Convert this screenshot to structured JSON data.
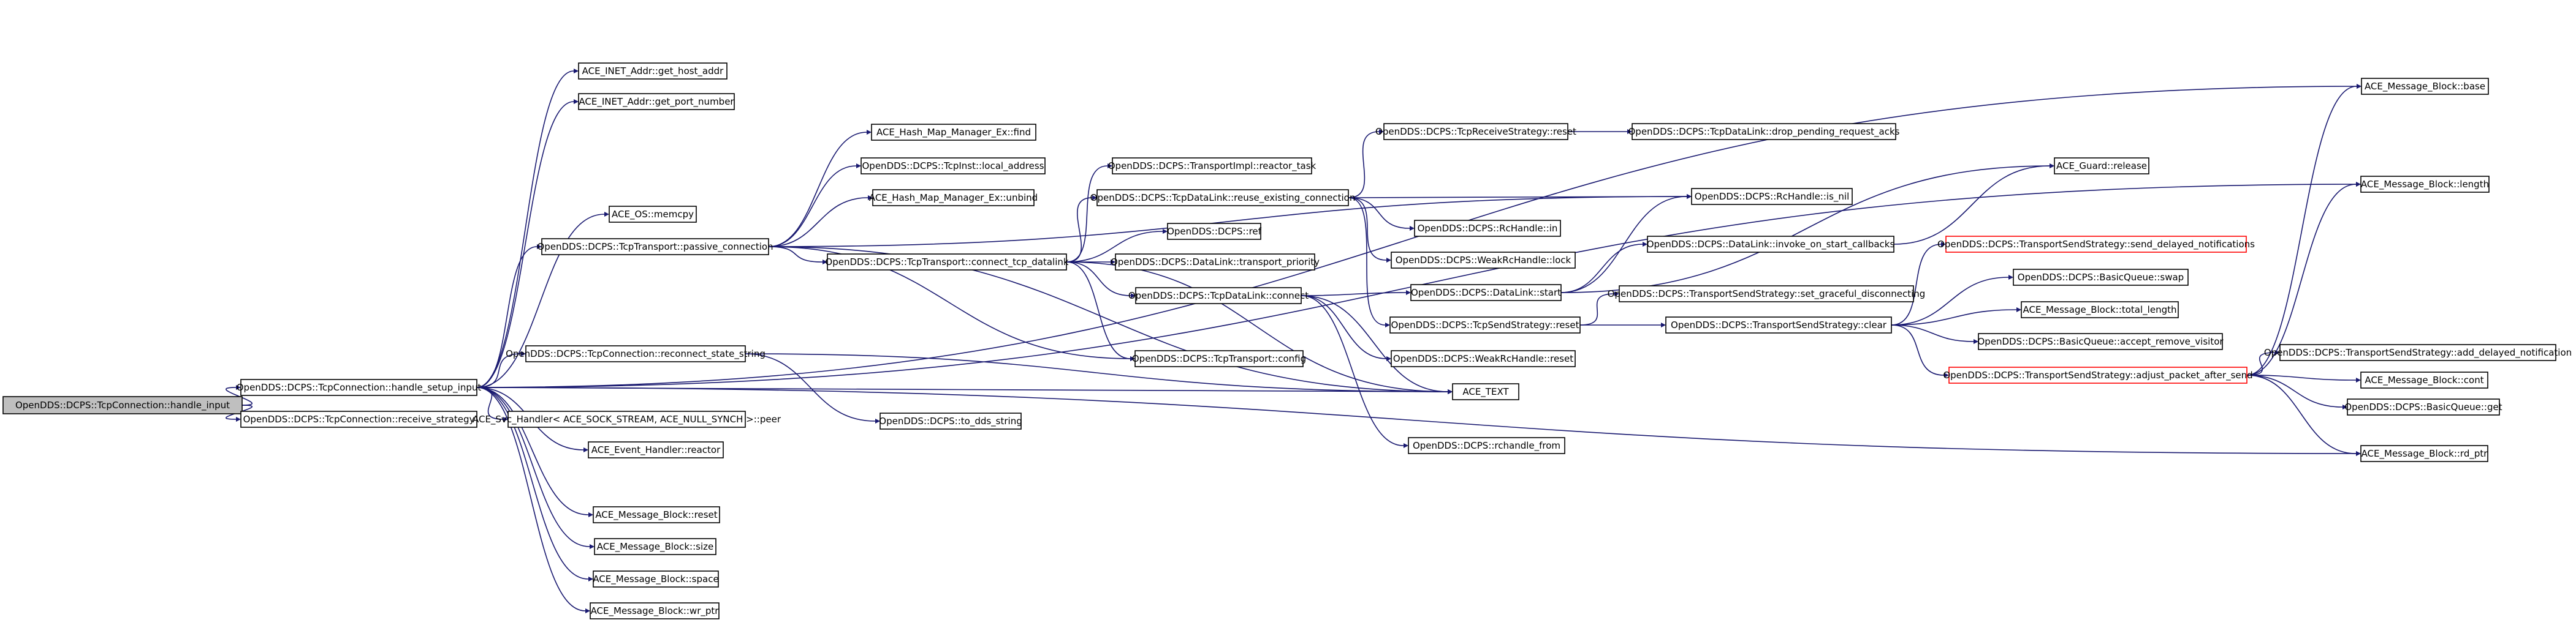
{
  "nodes": [
    {
      "id": "n0",
      "label": "OpenDDS::DCPS::TcpConnection::handle_input",
      "style": "root"
    },
    {
      "id": "n1",
      "label": "OpenDDS::DCPS::TcpConnection::handle_setup_input"
    },
    {
      "id": "n2",
      "label": "OpenDDS::DCPS::TcpConnection::receive_strategy"
    },
    {
      "id": "n3",
      "label": "ACE_INET_Addr::get_host_addr"
    },
    {
      "id": "n4",
      "label": "ACE_INET_Addr::get_port_number"
    },
    {
      "id": "n5",
      "label": "ACE_OS::memcpy"
    },
    {
      "id": "n6",
      "label": "OpenDDS::DCPS::TcpTransport::passive_connection"
    },
    {
      "id": "n7",
      "label": "OpenDDS::DCPS::TcpConnection::reconnect_state_string"
    },
    {
      "id": "n8",
      "label": "ACE_Svc_Handler< ACE_SOCK_STREAM, ACE_NULL_SYNCH >::peer"
    },
    {
      "id": "n9",
      "label": "ACE_Event_Handler::reactor"
    },
    {
      "id": "n10",
      "label": "ACE_Message_Block::reset"
    },
    {
      "id": "n11",
      "label": "ACE_Message_Block::size"
    },
    {
      "id": "n12",
      "label": "ACE_Message_Block::space"
    },
    {
      "id": "n13",
      "label": "ACE_Message_Block::wr_ptr"
    },
    {
      "id": "n14",
      "label": "ACE_Hash_Map_Manager_Ex::find"
    },
    {
      "id": "n15",
      "label": "OpenDDS::DCPS::TcpInst::local_address"
    },
    {
      "id": "n16",
      "label": "ACE_Hash_Map_Manager_Ex::unbind"
    },
    {
      "id": "n17",
      "label": "OpenDDS::DCPS::TcpTransport::connect_tcp_datalink"
    },
    {
      "id": "n18",
      "label": "OpenDDS::DCPS::TransportImpl::reactor_task"
    },
    {
      "id": "n19",
      "label": "OpenDDS::DCPS::TcpDataLink::reuse_existing_connection"
    },
    {
      "id": "n20",
      "label": "OpenDDS::DCPS::ref"
    },
    {
      "id": "n21",
      "label": "OpenDDS::DCPS::DataLink::transport_priority"
    },
    {
      "id": "n22",
      "label": "OpenDDS::DCPS::TcpDataLink::connect"
    },
    {
      "id": "n23",
      "label": "OpenDDS::DCPS::TcpTransport::config"
    },
    {
      "id": "n24",
      "label": "OpenDDS::DCPS::to_dds_string"
    },
    {
      "id": "n25",
      "label": "OpenDDS::DCPS::TcpReceiveStrategy::reset"
    },
    {
      "id": "n26",
      "label": "OpenDDS::DCPS::TcpDataLink::drop_pending_request_acks"
    },
    {
      "id": "n27",
      "label": "OpenDDS::DCPS::RcHandle::in"
    },
    {
      "id": "n28",
      "label": "OpenDDS::DCPS::WeakRcHandle::lock"
    },
    {
      "id": "n29",
      "label": "OpenDDS::DCPS::DataLink::start"
    },
    {
      "id": "n30",
      "label": "OpenDDS::DCPS::TcpSendStrategy::reset"
    },
    {
      "id": "n31",
      "label": "OpenDDS::DCPS::WeakRcHandle::reset"
    },
    {
      "id": "n32",
      "label": "ACE_TEXT"
    },
    {
      "id": "n33",
      "label": "OpenDDS::DCPS::rchandle_from"
    },
    {
      "id": "n34",
      "label": "ACE_Guard::release"
    },
    {
      "id": "n35",
      "label": "OpenDDS::DCPS::RcHandle::is_nil"
    },
    {
      "id": "n36",
      "label": "OpenDDS::DCPS::DataLink::invoke_on_start_callbacks"
    },
    {
      "id": "n37",
      "label": "OpenDDS::DCPS::TransportSendStrategy::set_graceful_disconnecting"
    },
    {
      "id": "n38",
      "label": "OpenDDS::DCPS::TransportSendStrategy::clear"
    },
    {
      "id": "n39",
      "label": "OpenDDS::DCPS::TransportSendStrategy::send_delayed_notifications",
      "style": "red"
    },
    {
      "id": "n40",
      "label": "OpenDDS::DCPS::BasicQueue::swap"
    },
    {
      "id": "n41",
      "label": "ACE_Message_Block::total_length"
    },
    {
      "id": "n42",
      "label": "OpenDDS::DCPS::BasicQueue::accept_remove_visitor"
    },
    {
      "id": "n43",
      "label": "OpenDDS::DCPS::TransportSendStrategy::adjust_packet_after_send",
      "style": "red"
    },
    {
      "id": "n44",
      "label": "ACE_Message_Block::base"
    },
    {
      "id": "n45",
      "label": "ACE_Message_Block::length"
    },
    {
      "id": "n46",
      "label": "OpenDDS::DCPS::TransportSendStrategy::add_delayed_notification"
    },
    {
      "id": "n47",
      "label": "ACE_Message_Block::cont"
    },
    {
      "id": "n48",
      "label": "OpenDDS::DCPS::BasicQueue::get"
    },
    {
      "id": "n49",
      "label": "ACE_Message_Block::rd_ptr"
    }
  ],
  "edges": [
    [
      "n0",
      "n1"
    ],
    [
      "n0",
      "n2"
    ],
    [
      "n1",
      "n44"
    ],
    [
      "n1",
      "n3"
    ],
    [
      "n1",
      "n4"
    ],
    [
      "n1",
      "n45"
    ],
    [
      "n1",
      "n5"
    ],
    [
      "n1",
      "n6"
    ],
    [
      "n1",
      "n7"
    ],
    [
      "n1",
      "n8"
    ],
    [
      "n1",
      "n9"
    ],
    [
      "n1",
      "n49"
    ],
    [
      "n1",
      "n10"
    ],
    [
      "n1",
      "n11"
    ],
    [
      "n1",
      "n12"
    ],
    [
      "n1",
      "n13"
    ],
    [
      "n1",
      "n32"
    ],
    [
      "n6",
      "n14"
    ],
    [
      "n6",
      "n35"
    ],
    [
      "n6",
      "n15"
    ],
    [
      "n6",
      "n16"
    ],
    [
      "n6",
      "n17"
    ],
    [
      "n6",
      "n23"
    ],
    [
      "n6",
      "n32"
    ],
    [
      "n7",
      "n24"
    ],
    [
      "n7",
      "n32"
    ],
    [
      "n17",
      "n18"
    ],
    [
      "n17",
      "n19"
    ],
    [
      "n17",
      "n20"
    ],
    [
      "n17",
      "n21"
    ],
    [
      "n17",
      "n22"
    ],
    [
      "n17",
      "n23"
    ],
    [
      "n17",
      "n32"
    ],
    [
      "n19",
      "n25"
    ],
    [
      "n19",
      "n35"
    ],
    [
      "n19",
      "n27"
    ],
    [
      "n19",
      "n28"
    ],
    [
      "n19",
      "n30"
    ],
    [
      "n22",
      "n29"
    ],
    [
      "n22",
      "n31"
    ],
    [
      "n22",
      "n33"
    ],
    [
      "n22",
      "n32"
    ],
    [
      "n25",
      "n26"
    ],
    [
      "n29",
      "n34"
    ],
    [
      "n29",
      "n35"
    ],
    [
      "n29",
      "n36"
    ],
    [
      "n30",
      "n37"
    ],
    [
      "n30",
      "n38"
    ],
    [
      "n36",
      "n34"
    ],
    [
      "n38",
      "n39"
    ],
    [
      "n38",
      "n40"
    ],
    [
      "n38",
      "n41"
    ],
    [
      "n38",
      "n42"
    ],
    [
      "n38",
      "n43"
    ],
    [
      "n43",
      "n44"
    ],
    [
      "n43",
      "n45"
    ],
    [
      "n43",
      "n46"
    ],
    [
      "n43",
      "n47"
    ],
    [
      "n43",
      "n48"
    ],
    [
      "n43",
      "n49"
    ]
  ]
}
